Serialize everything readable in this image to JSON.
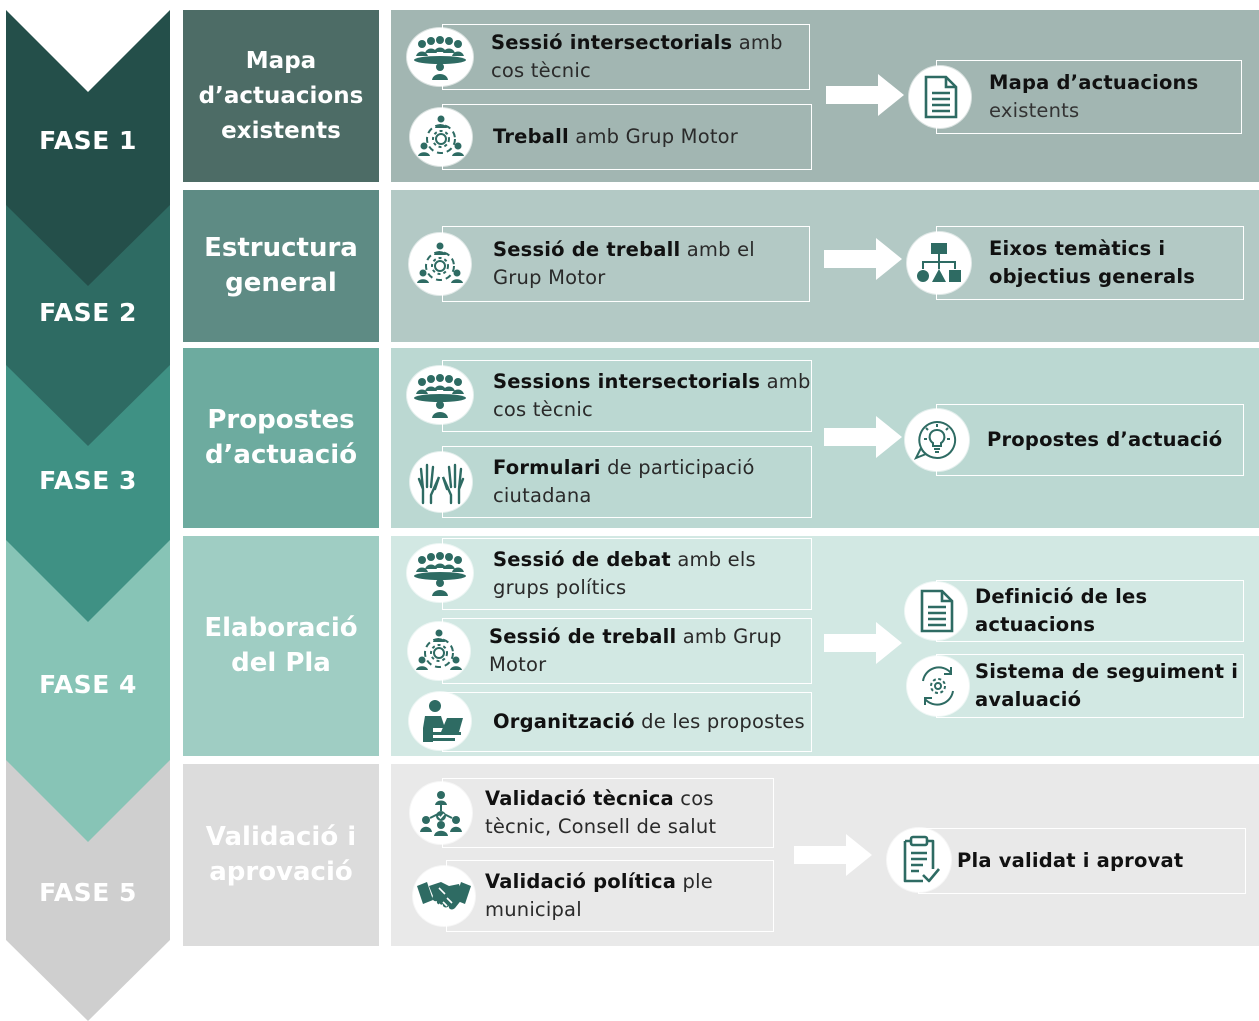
{
  "colors": {
    "phase1_dark": "#244f4a",
    "phase1_title": "#4d6c66",
    "phase1_panel": "#a2b6b2",
    "phase2_dark": "#2e6b63",
    "phase2_title": "#5e8b84",
    "phase2_panel": "#b3c9c5",
    "phase3_dark": "#3f9184",
    "phase3_title": "#6dab9f",
    "phase3_panel": "#bbd8d2",
    "phase4_dark": "#87c4b6",
    "phase4_title": "#9fcdc3",
    "phase4_panel": "#d2e8e3",
    "phase5_dark": "#cfcfcf",
    "phase5_title": "#dcdcdc",
    "phase5_panel": "#e9e9e9",
    "icon_color": "#2e6b63"
  },
  "phases": [
    {
      "fase": "FASE 1",
      "title": "Mapa\nd’actuacions\nexistents",
      "activities": [
        {
          "bold": "Sessió intersectorials",
          "rest": " amb cos tècnic",
          "icon": "meeting-group-icon"
        },
        {
          "bold": "Treball",
          "rest": " amb Grup Motor",
          "icon": "team-gear-icon"
        }
      ],
      "results": [
        {
          "bold": "Mapa d’actuacions",
          "rest": " existents",
          "icon": "document-icon"
        }
      ]
    },
    {
      "fase": "FASE 2",
      "title": "Estructura\ngeneral",
      "activities": [
        {
          "bold": "Sessió de treball",
          "rest": " amb el Grup Motor",
          "icon": "team-gear-icon"
        }
      ],
      "results": [
        {
          "bold": "Eixos temàtics i objectius generals",
          "rest": "",
          "icon": "hierarchy-icon"
        }
      ]
    },
    {
      "fase": "FASE 3",
      "title": "Propostes\nd’actuació",
      "activities": [
        {
          "bold": "Sessions intersectorials",
          "rest": " amb cos tècnic",
          "icon": "meeting-group-icon"
        },
        {
          "bold": "Formulari",
          "rest": " de participació ciutadana",
          "icon": "raised-hands-icon"
        }
      ],
      "results": [
        {
          "bold": "Propostes d’actuació",
          "rest": "",
          "icon": "lightbulb-icon"
        }
      ]
    },
    {
      "fase": "FASE 4",
      "title": "Elaboració\ndel Pla",
      "activities": [
        {
          "bold": "Sessió de debat",
          "rest": " amb els grups polítics",
          "icon": "meeting-group-icon"
        },
        {
          "bold": "Sessió de treball",
          "rest": " amb Grup Motor",
          "icon": "team-gear-icon"
        },
        {
          "bold": "Organització",
          "rest": " de les propostes",
          "icon": "person-laptop-icon"
        }
      ],
      "results": [
        {
          "bold": "Definició de les actuacions",
          "rest": "",
          "icon": "document-icon"
        },
        {
          "bold": "Sistema de seguiment i avaluació",
          "rest": "",
          "icon": "cycle-gear-icon"
        }
      ]
    },
    {
      "fase": "FASE 5",
      "title": "Validació i\naprovació",
      "activities": [
        {
          "bold": "Validació tècnica",
          "rest": " cos tècnic, Consell de salut",
          "icon": "network-people-icon"
        },
        {
          "bold": "Validació política",
          "rest": " ple municipal",
          "icon": "handshake-icon"
        }
      ],
      "results": [
        {
          "bold": "Pla validat i aprovat",
          "rest": "",
          "icon": "clipboard-check-icon"
        }
      ]
    }
  ]
}
